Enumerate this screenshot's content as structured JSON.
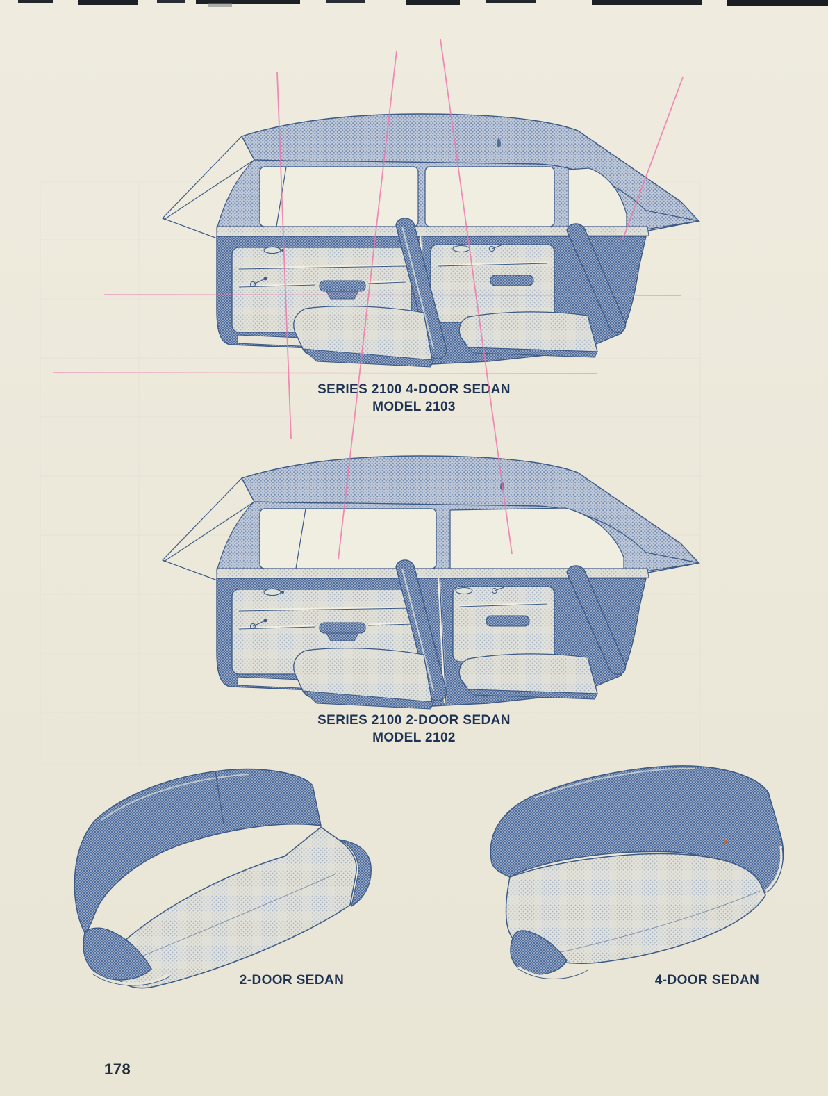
{
  "document": {
    "type": "scanned-manual-page",
    "page_number": "178"
  },
  "figures": {
    "four_door_interior": {
      "caption_line1": "SERIES 2100 4-DOOR SEDAN",
      "caption_line2": "MODEL 2103",
      "illustration": "interior-side-cutaway-4-door"
    },
    "two_door_interior": {
      "caption_line1": "SERIES 2100 2-DOOR SEDAN",
      "caption_line2": "MODEL 2102",
      "illustration": "interior-side-cutaway-2-door"
    },
    "two_door_seat": {
      "caption": "2-DOOR SEDAN",
      "illustration": "front-bench-seat-2-door"
    },
    "four_door_seat": {
      "caption": "4-DOOR SEDAN",
      "illustration": "front-bench-seat-4-door"
    }
  },
  "colors": {
    "paper": "#ece8da",
    "ink_outline": "#3c5a86",
    "halftone_dark": "#7d92b4",
    "halftone_light": "#c8d0dc",
    "caption_text": "#1e3354",
    "registration_line_pink": "#ef74ab",
    "page_number_text": "#262e3e"
  }
}
